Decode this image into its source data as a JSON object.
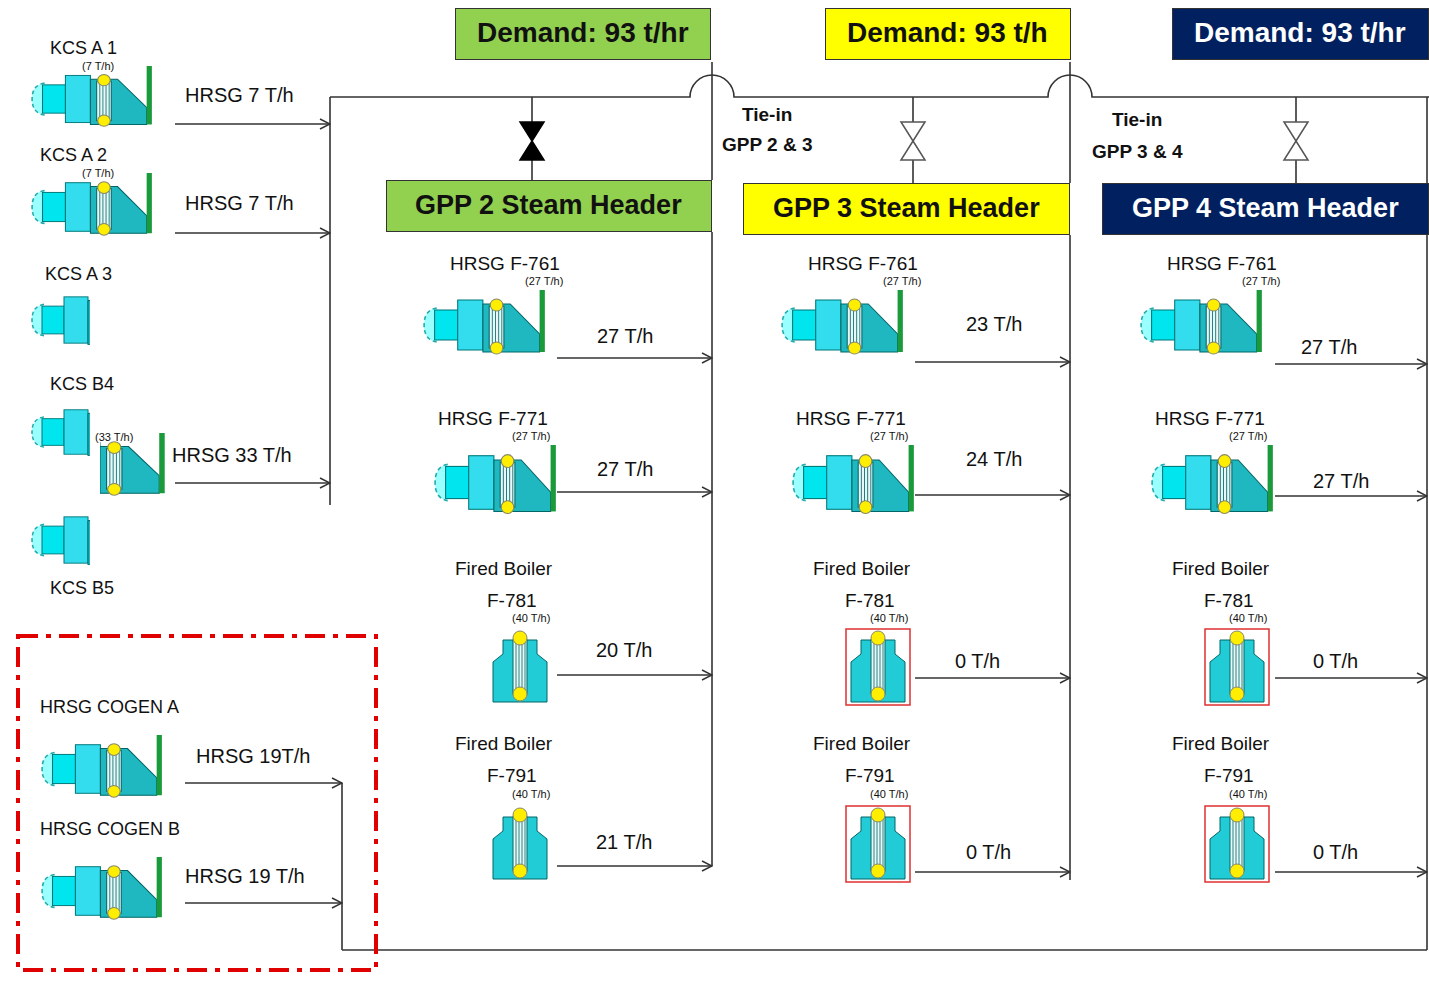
{
  "diagram": {
    "nodes": [
      {
        "text": [
          "Demand: 93 t/hr"
        ]
      },
      {
        "text": [
          "Demand: 93 t/h"
        ]
      },
      {
        "text": [
          "Demand: 93 t/hr"
        ]
      },
      {
        "text": [
          "KCS A 1",
          "(7 T/h)"
        ]
      },
      {
        "text": [
          "KCS A 2",
          "(7 T/h)"
        ]
      },
      {
        "text": [
          "KCS A 3"
        ]
      },
      {
        "text": [
          "KCS B4",
          "(33 T/h)"
        ]
      },
      {
        "text": [
          "KCS B5"
        ]
      },
      {
        "text": [
          "GPP 2 Steam Header"
        ]
      },
      {
        "text": [
          "HRSG F-761",
          "(27 T/h)"
        ]
      },
      {
        "text": [
          "HRSG F-771",
          "(27 T/h)"
        ]
      },
      {
        "text": [
          "Fired Boiler",
          "F-781",
          "(40 T/h)"
        ]
      },
      {
        "text": [
          "Fired Boiler",
          "F-791",
          "(40 T/h)"
        ]
      },
      {
        "text": [
          "GPP 3 Steam Header"
        ]
      },
      {
        "text": [
          "HRSG F-761",
          "(27 T/h)"
        ]
      },
      {
        "text": [
          "HRSG F-771",
          "(27 T/h)"
        ]
      },
      {
        "text": [
          "Fired Boiler",
          "F-781",
          "(40 T/h)"
        ]
      },
      {
        "text": [
          "Fired Boiler",
          "F-791",
          "(40 T/h)"
        ]
      },
      {
        "text": [
          "GPP 4 Steam Header"
        ]
      },
      {
        "text": [
          "HRSG F-761",
          "(27 T/h)"
        ]
      },
      {
        "text": [
          "HRSG F-771",
          "(27 T/h)"
        ]
      },
      {
        "text": [
          "Fired Boiler",
          "F-781",
          "(40 T/h)"
        ]
      },
      {
        "text": [
          "Fired Boiler",
          "F-791",
          "(40 T/h)"
        ]
      },
      {
        "text": [
          "HRSG COGEN A"
        ]
      },
      {
        "text": [
          "HRSG COGEN B"
        ]
      }
    ],
    "labels": [
      "HRSG 7 T/h",
      "HRSG 7 T/h",
      "HRSG 33 T/h",
      "Tie-in",
      "GPP 2 & 3",
      "Tie-in",
      "GPP 3 & 4",
      "27 T/h",
      "27 T/h",
      "20 T/h",
      "21 T/h",
      "23 T/h",
      "24 T/h",
      "0 T/h",
      "0 T/h",
      "27 T/h",
      "27 T/h",
      "0 T/h",
      "0 T/h",
      "HRSG 19T/h",
      "HRSG 19 T/h"
    ]
  }
}
